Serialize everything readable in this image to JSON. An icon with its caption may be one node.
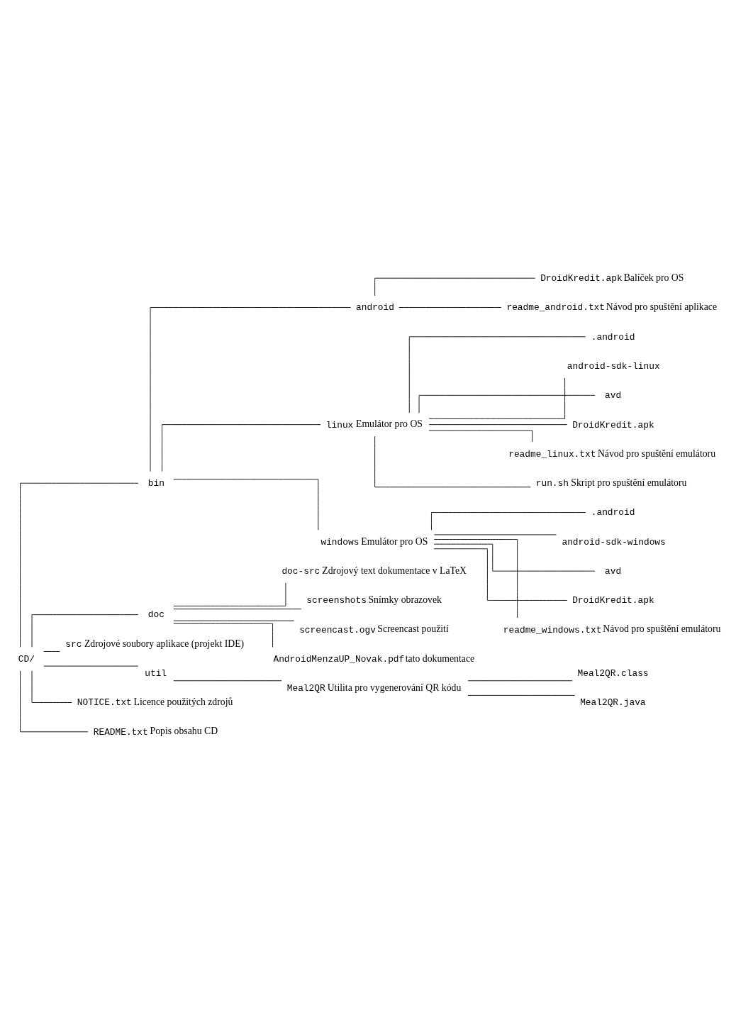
{
  "diagram": {
    "nodes": [
      {
        "text": [
          "CD/"
        ]
      },
      {
        "text": [
          "bin"
        ]
      },
      {
        "text": [
          "android"
        ]
      },
      {
        "text": [
          "DroidKredit.apk"
        ],
        "beside": [
          "Balíček pro OS"
        ]
      },
      {
        "text": [
          "readme_android.txt"
        ],
        "beside": [
          "Návod pro spuštění aplikace"
        ]
      },
      {
        "text": [
          "linux"
        ],
        "beside": [
          "Emulátor pro OS"
        ]
      },
      {
        "text": [
          ".android"
        ]
      },
      {
        "text": [
          "android-sdk-linux"
        ]
      },
      {
        "text": [
          "avd"
        ]
      },
      {
        "text": [
          "DroidKredit.apk"
        ]
      },
      {
        "text": [
          "readme_linux.txt"
        ],
        "beside": [
          "Návod pro spuštění emulátoru"
        ]
      },
      {
        "text": [
          "run.sh"
        ],
        "beside": [
          "Skript pro spuštění emulátoru"
        ]
      },
      {
        "text": [
          "windows"
        ],
        "beside": [
          "Emulátor pro OS"
        ]
      },
      {
        "text": [
          ".android"
        ]
      },
      {
        "text": [
          "android-sdk-windows"
        ]
      },
      {
        "text": [
          "avd"
        ]
      },
      {
        "text": [
          "DroidKredit.apk"
        ]
      },
      {
        "text": [
          "readme_windows.txt"
        ],
        "beside": [
          "Návod pro spuštění emulátoru"
        ]
      },
      {
        "text": [
          "doc"
        ]
      },
      {
        "text": [
          "doc-src"
        ],
        "beside": [
          "Zdrojový text dokumentace v LaTeX"
        ]
      },
      {
        "text": [
          "screenshots"
        ],
        "beside": [
          "Snímky obrazovek"
        ]
      },
      {
        "text": [
          "screencast.ogv"
        ],
        "beside": [
          "Screencast použití"
        ]
      },
      {
        "text": [
          "AndroidMenzaUP_Novak.pdf"
        ],
        "beside": [
          "tato dokumentace"
        ]
      },
      {
        "text": [
          "src"
        ],
        "beside": [
          "Zdrojové soubory aplikace (projekt IDE)"
        ]
      },
      {
        "text": [
          "util"
        ]
      },
      {
        "text": [
          "Meal2QR"
        ],
        "beside": [
          "Utilita pro vygenerování QR kódu"
        ]
      },
      {
        "text": [
          "Meal2QR.class"
        ]
      },
      {
        "text": [
          "Meal2QR.java"
        ]
      },
      {
        "text": [
          "NOTICE.txt"
        ],
        "beside": [
          "Licence použitých zdrojů"
        ]
      },
      {
        "text": [
          "README.txt"
        ],
        "beside": [
          "Popis obsahu CD"
        ]
      }
    ],
    "edges": [
      {
        "from": 0,
        "to": 1,
        "arrow": "none"
      },
      {
        "from": 1,
        "to": 2,
        "arrow": "none"
      },
      {
        "from": 2,
        "to": 3,
        "arrow": "none"
      },
      {
        "from": 2,
        "to": 4,
        "arrow": "none"
      },
      {
        "from": 1,
        "to": 5,
        "arrow": "none"
      },
      {
        "from": 5,
        "to": 6,
        "arrow": "none"
      },
      {
        "from": 5,
        "to": 7,
        "arrow": "none"
      },
      {
        "from": 5,
        "to": 8,
        "arrow": "none"
      },
      {
        "from": 5,
        "to": 9,
        "arrow": "none"
      },
      {
        "from": 5,
        "to": 10,
        "arrow": "none"
      },
      {
        "from": 5,
        "to": 11,
        "arrow": "none"
      },
      {
        "from": 1,
        "to": 12,
        "arrow": "none"
      },
      {
        "from": 12,
        "to": 13,
        "arrow": "none"
      },
      {
        "from": 12,
        "to": 14,
        "arrow": "none"
      },
      {
        "from": 12,
        "to": 15,
        "arrow": "none"
      },
      {
        "from": 12,
        "to": 16,
        "arrow": "none"
      },
      {
        "from": 12,
        "to": 17,
        "arrow": "none"
      },
      {
        "from": 0,
        "to": 18,
        "arrow": "none"
      },
      {
        "from": 18,
        "to": 19,
        "arrow": "none"
      },
      {
        "from": 18,
        "to": 20,
        "arrow": "none"
      },
      {
        "from": 18,
        "to": 21,
        "arrow": "none"
      },
      {
        "from": 18,
        "to": 22,
        "arrow": "none"
      },
      {
        "from": 0,
        "to": 23,
        "arrow": "none"
      },
      {
        "from": 0,
        "to": 24,
        "arrow": "none"
      },
      {
        "from": 24,
        "to": 25,
        "arrow": "none"
      },
      {
        "from": 25,
        "to": 26,
        "arrow": "none"
      },
      {
        "from": 25,
        "to": 27,
        "arrow": "none"
      },
      {
        "from": 0,
        "to": 28,
        "arrow": "none"
      },
      {
        "from": 0,
        "to": 29,
        "arrow": "none"
      }
    ]
  }
}
